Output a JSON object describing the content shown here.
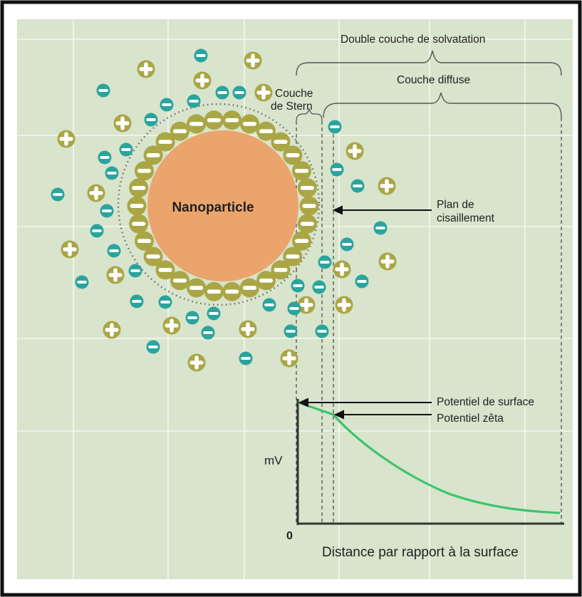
{
  "labels": {
    "double_layer": "Double couche de solvatation",
    "diffuse_layer": "Couche diffuse",
    "stern_line1": "Couche",
    "stern_line2": "de Stern",
    "particle": "Nanoparticle",
    "shear_line1": "Plan de",
    "shear_line2": "cisaillement",
    "surface_potential": "Potentiel de surface",
    "zeta_potential": "Potentiel zêta",
    "y_unit": "mV",
    "origin": "0",
    "x_axis": "Distance par rapport à la surface"
  },
  "colors": {
    "background": "#d8e4cc",
    "grid": "#f4f8ef",
    "frame": "#111111",
    "particle": "#eba56c",
    "positive_ion": "#aaa646",
    "negative_ion": "#2aa49e",
    "potential_curve": "#3cc36e",
    "stern_dots": "#666666"
  },
  "icons": {
    "positive": "plus-ion-icon",
    "negative": "minus-ion-icon"
  }
}
